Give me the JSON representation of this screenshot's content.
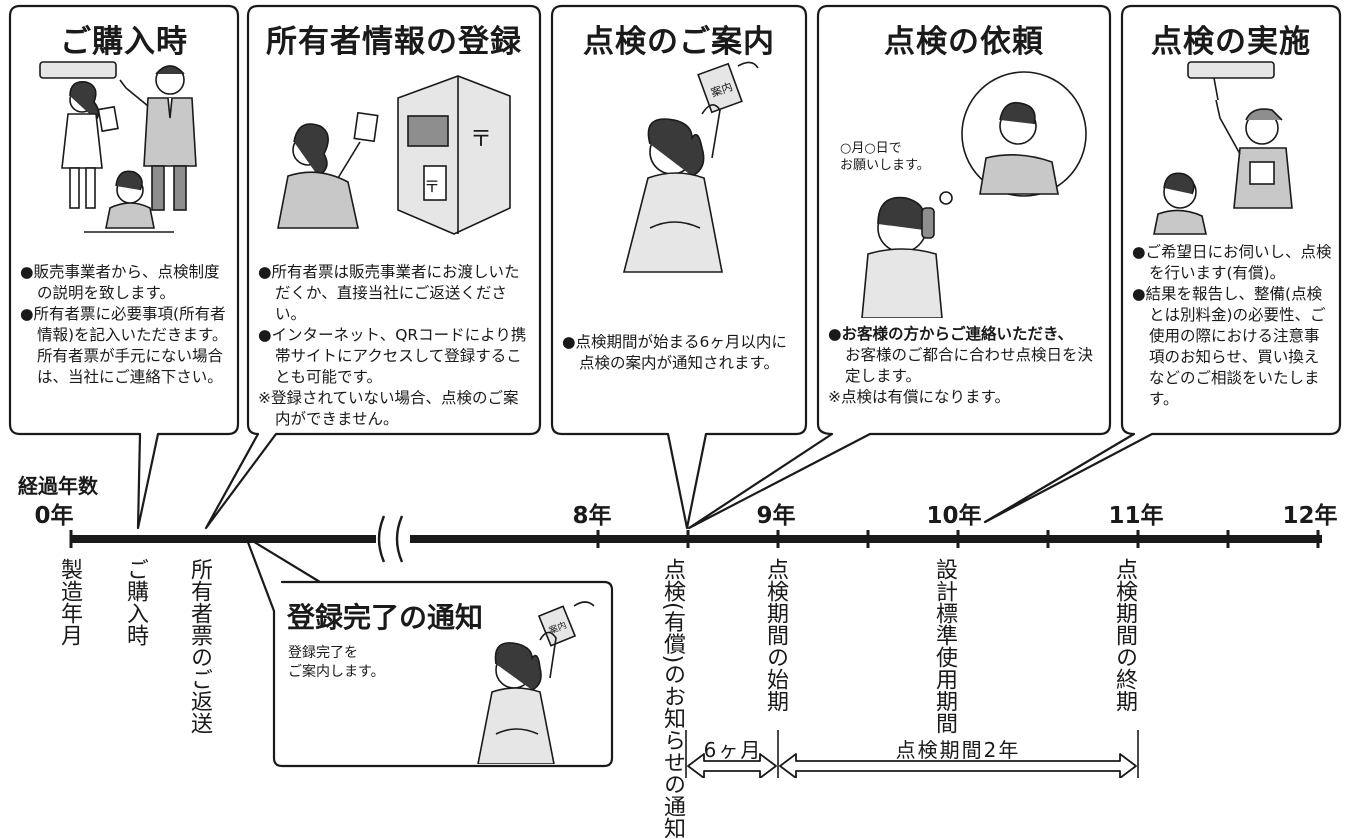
{
  "panels": [
    {
      "title": "ご購入時",
      "body": [
        {
          "kind": "bullet",
          "text": "●販売事業者から、点検制度の説明を致します。"
        },
        {
          "kind": "bullet",
          "text": "●所有者票に必要事項(所有者情報)を記入いただきます。所有者票が手元にない場合は、当社にご連絡下さい。"
        }
      ]
    },
    {
      "title": "所有者情報の登録",
      "body": [
        {
          "kind": "bullet",
          "text": "●所有者票は販売事業者にお渡しいただくか、直接当社にご返送ください。"
        },
        {
          "kind": "bullet",
          "text": "●インターネット、QRコードにより携帯サイトにアクセスして登録することも可能です。"
        },
        {
          "kind": "note",
          "text": "※登録されていない場合、点検のご案内ができません。"
        }
      ]
    },
    {
      "title": "点検のご案内",
      "body": [
        {
          "kind": "bullet",
          "text": "●点検期間が始まる6ヶ月以内に点検の案内が通知されます。"
        }
      ]
    },
    {
      "title": "点検の依頼",
      "quote": "○月○日で\nお願いします。",
      "body": [
        {
          "kind": "bullet-bold",
          "text": "●お客様の方からご連絡いただき、"
        },
        {
          "kind": "bullet-cont",
          "text": "お客様のご都合に合わせ点検日を決定します。"
        },
        {
          "kind": "note",
          "text": "※点検は有償になります。"
        }
      ]
    },
    {
      "title": "点検の実施",
      "body": [
        {
          "kind": "bullet",
          "text": "●ご希望日にお伺いし、点検を行います(有償)。"
        },
        {
          "kind": "bullet",
          "text": "●結果を報告し、整備(点検とは別料金)の必要性、ご使用の際における注意事項のお知らせ、買い換えなどのご相談をいたします。"
        }
      ]
    }
  ],
  "illustration_labels": {
    "envelope": "案内",
    "postbox_mark": "〒"
  },
  "timeline": {
    "axis_title": "経過年数",
    "years": [
      "0年",
      "8年",
      "9年",
      "10年",
      "11年",
      "12年"
    ],
    "events": [
      "製造年月",
      "ご購入時",
      "所有者票のご返送",
      "点検(有償)のお知らせの通知",
      "点検期間の始期",
      "設計標準使用期間",
      "点検期間の終期"
    ],
    "spans": [
      "6ヶ月",
      "点検期間2年"
    ]
  },
  "notification": {
    "title": "登録完了の通知",
    "body": "登録完了を\nご案内します。"
  },
  "colors": {
    "line": "#1a1a1a",
    "fill_light": "#e6e6e6",
    "fill_mid": "#c8c8c8",
    "fill_dark": "#8e8e8e"
  }
}
